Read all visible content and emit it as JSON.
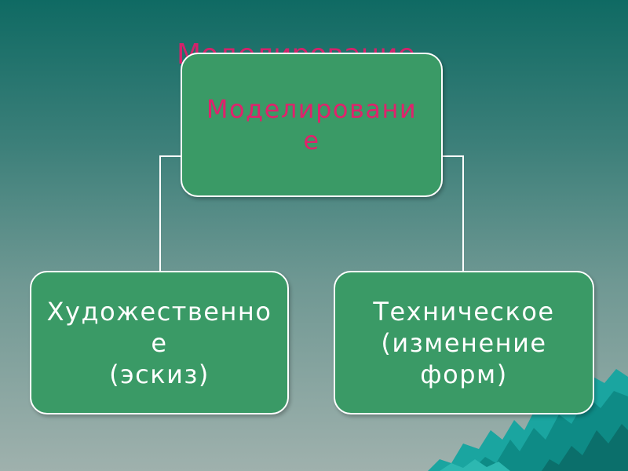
{
  "slide": {
    "background_title": "Моделирование"
  },
  "diagram": {
    "root": {
      "label": "Моделировани\nе"
    },
    "children": [
      {
        "label": "Художественно\nе\n(эскиз)"
      },
      {
        "label": "Техническое\n(изменение\nформ)"
      }
    ]
  },
  "colors": {
    "accent_pink": "#e0226c",
    "node_fill": "#3a9a66",
    "node_border": "#ffffff",
    "bg_top": "#0f6a63",
    "bg_bottom": "#9fb1ad",
    "mountain": "#1aa5a0"
  }
}
